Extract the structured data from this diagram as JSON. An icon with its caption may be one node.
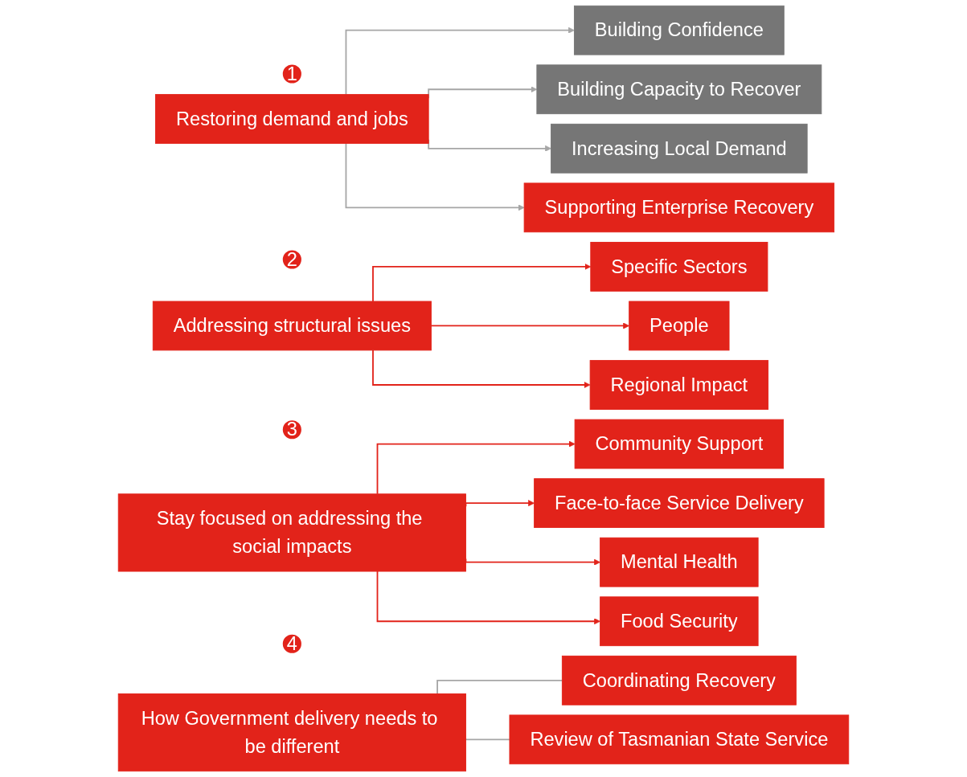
{
  "diagram": {
    "nodes": [
      {
        "text": [
          "1"
        ]
      },
      {
        "text": [
          "Restoring demand and jobs"
        ]
      },
      {
        "text": [
          "Building Confidence"
        ]
      },
      {
        "text": [
          "Building Capacity to Recover"
        ]
      },
      {
        "text": [
          "Increasing Local Demand"
        ]
      },
      {
        "text": [
          "Supporting Enterprise Recovery"
        ]
      },
      {
        "text": [
          "2"
        ]
      },
      {
        "text": [
          "Addressing structural issues"
        ]
      },
      {
        "text": [
          "Specific Sectors"
        ]
      },
      {
        "text": [
          "People"
        ]
      },
      {
        "text": [
          "Regional Impact"
        ]
      },
      {
        "text": [
          "3"
        ]
      },
      {
        "text": [
          "Stay focused on addressing the social impacts"
        ]
      },
      {
        "text": [
          "Community Support"
        ]
      },
      {
        "text": [
          "Face-to-face Service Delivery"
        ]
      },
      {
        "text": [
          "Mental Health"
        ]
      },
      {
        "text": [
          "Food Security"
        ]
      },
      {
        "text": [
          "4"
        ]
      },
      {
        "text": [
          "How Government delivery needs to be different"
        ]
      },
      {
        "text": [
          "Coordinating Recovery"
        ]
      },
      {
        "text": [
          "Review of Tasmanian State Service"
        ]
      }
    ],
    "edges": [
      {
        "from": 1,
        "to": 2,
        "arrow": "to",
        "color": "#a6a6a6"
      },
      {
        "from": 1,
        "to": 3,
        "arrow": "to",
        "color": "#a6a6a6"
      },
      {
        "from": 1,
        "to": 4,
        "arrow": "to",
        "color": "#a6a6a6"
      },
      {
        "from": 1,
        "to": 5,
        "arrow": "to",
        "color": "#a6a6a6"
      },
      {
        "from": 7,
        "to": 8,
        "arrow": "to"
      },
      {
        "from": 7,
        "to": 9,
        "arrow": "to"
      },
      {
        "from": 7,
        "to": 10,
        "arrow": "to"
      },
      {
        "from": 12,
        "to": 13,
        "arrow": "to"
      },
      {
        "from": 12,
        "to": 14,
        "arrow": "to"
      },
      {
        "from": 12,
        "to": 15,
        "arrow": "to"
      },
      {
        "from": 12,
        "to": 16,
        "arrow": "to"
      },
      {
        "from": 18,
        "to": 19,
        "arrow": "none",
        "color": "#a6a6a6"
      },
      {
        "from": 18,
        "to": 20,
        "arrow": "none",
        "color": "#a6a6a6"
      }
    ]
  }
}
